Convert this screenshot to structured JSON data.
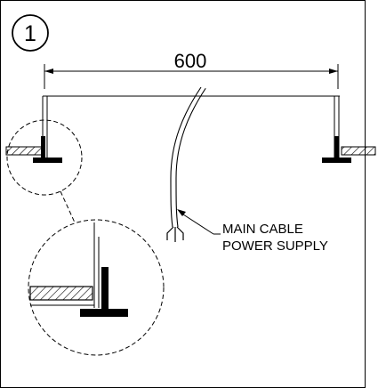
{
  "step_number": "1",
  "dimension": {
    "value": "600"
  },
  "callout": {
    "line1": "MAIN CABLE",
    "line2": "POWER SUPPLY"
  },
  "colors": {
    "ink": "#000000",
    "paper": "#ffffff"
  }
}
